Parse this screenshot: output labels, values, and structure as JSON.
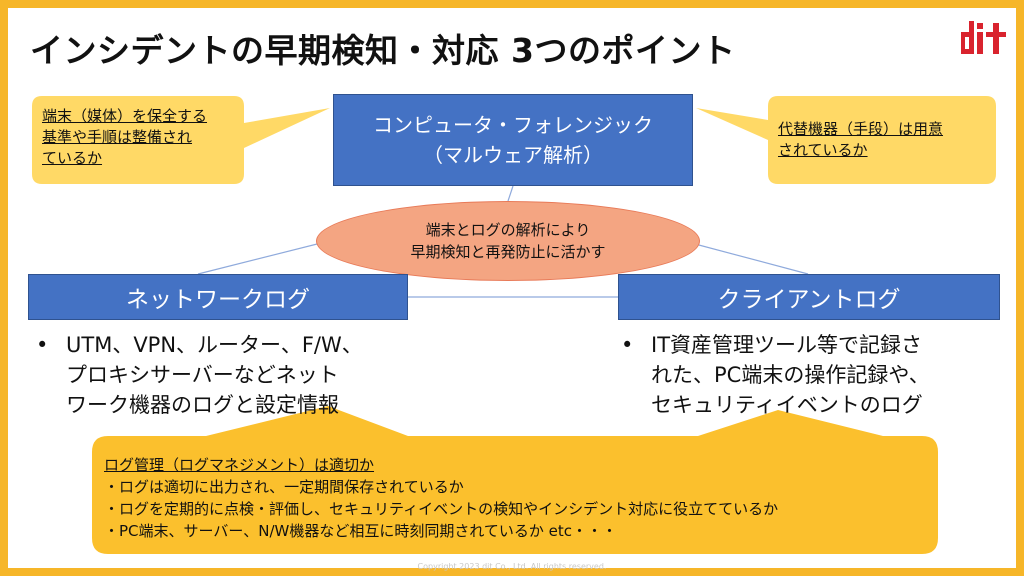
{
  "title": "インシデントの早期検知・対応 3つのポイント",
  "logo": {
    "text": "dit",
    "color": "#d9232e"
  },
  "forensics_box": {
    "line1": "コンピュータ・フォレンジック",
    "line2": "（マルウェア解析）"
  },
  "ellipse": {
    "line1": "端末とログの解析により",
    "line2": "早期検知と再発防止に活かす"
  },
  "left_bubble": {
    "line1": "端末（媒体）を保全する",
    "line2": "基準や手順は整備され",
    "line3": "ているか"
  },
  "right_bubble": {
    "line1": "代替機器（手段）は用意",
    "line2": "されているか"
  },
  "network_box": {
    "label": "ネットワークログ"
  },
  "client_box": {
    "label": "クライアントログ"
  },
  "network_bullet": {
    "dot": "•",
    "line1": "UTM、VPN、ルーター、F/W、",
    "line2": "プロキシサーバーなどネット",
    "line3": "ワーク機器のログと設定情報"
  },
  "client_bullet": {
    "dot": "•",
    "line1": "IT資産管理ツール等で記録さ",
    "line2": "れた、PC端末の操作記録や、",
    "line3": "セキュリティイベントのログ"
  },
  "bottom_callout": {
    "heading": "ログ管理（ログマネジメント）は適切か",
    "items": [
      "・ログは適切に出力され、一定期間保存されているか",
      "・ログを定期的に点検・評価し、セキュリティイベントの検知やインシデント対応に役立てているか",
      "・PC端末、サーバー、N/W機器など相互に時刻同期されているか etc・・・"
    ]
  },
  "copyright": "Copyright 2023 dit Co., Ltd. All rights reserved.",
  "colors": {
    "frame": "#f6b629",
    "box_blue": "#4472c4",
    "ellipse": "#f4a582",
    "callout": "#ffd966",
    "bottom_callout": "#fbc02d"
  }
}
